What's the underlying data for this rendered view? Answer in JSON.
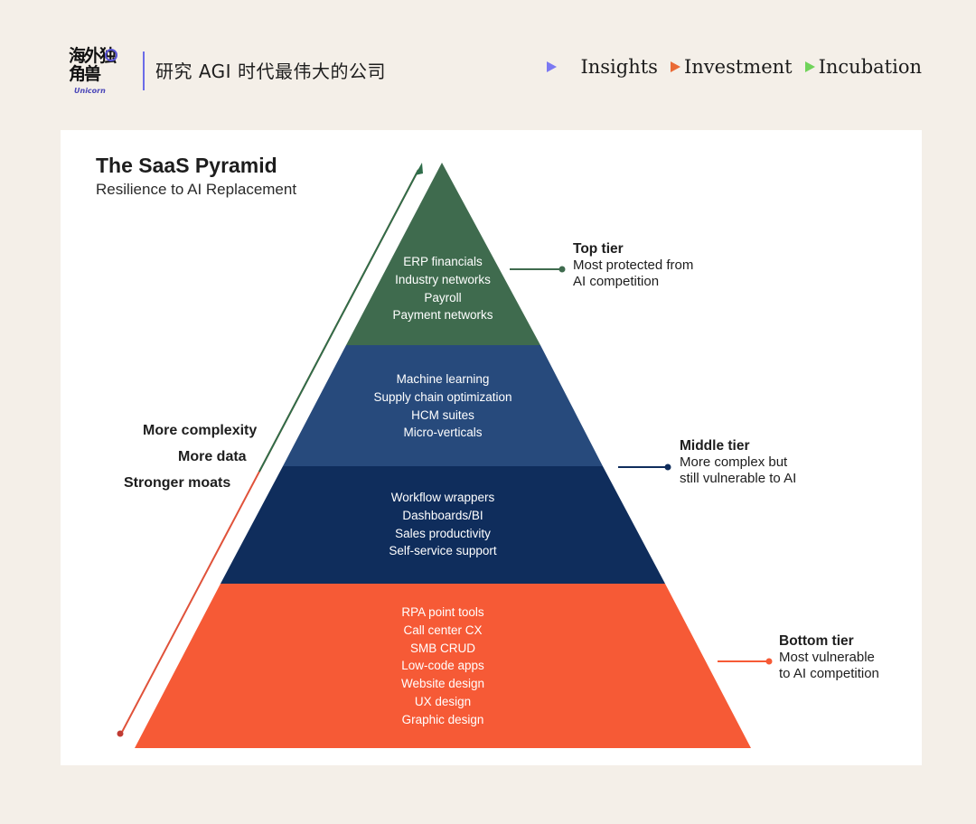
{
  "header": {
    "logo_text": "海外独角兽",
    "logo_sub": "Unicorn",
    "tagline": "研究 AGI 时代最伟大的公司",
    "nav": [
      "Insights",
      "Investment",
      "Incubation"
    ]
  },
  "diagram": {
    "title": "The SaaS Pyramid",
    "subtitle": "Resilience to AI Replacement",
    "arrow_labels": [
      "More complexity",
      "More data",
      "Stronger moats"
    ],
    "tiers": [
      {
        "color": "#3f6b4e",
        "items": [
          "ERP financials",
          "Industry networks",
          "Payroll",
          "Payment networks"
        ]
      },
      {
        "color": "#274a7c",
        "items": [
          "Machine learning",
          "Supply chain optimization",
          "HCM suites",
          "Micro-verticals"
        ]
      },
      {
        "color": "#0f2d5c",
        "items": [
          "Workflow wrappers",
          "Dashboards/BI",
          "Sales productivity",
          "Self-service support"
        ]
      },
      {
        "color": "#f65a36",
        "items": [
          "RPA point tools",
          "Call center CX",
          "SMB CRUD",
          "Low-code apps",
          "Website design",
          "UX design",
          "Graphic design"
        ]
      }
    ],
    "callouts": [
      {
        "heading": "Top tier",
        "desc": [
          "Most protected from",
          "AI competition"
        ],
        "color": "#3f6b4e"
      },
      {
        "heading": "Middle tier",
        "desc": [
          "More complex but",
          "still vulnerable to AI"
        ],
        "color": "#0f2d5c"
      },
      {
        "heading": "Bottom tier",
        "desc": [
          "Most vulnerable",
          "to AI competition"
        ],
        "color": "#f65a36"
      }
    ]
  }
}
